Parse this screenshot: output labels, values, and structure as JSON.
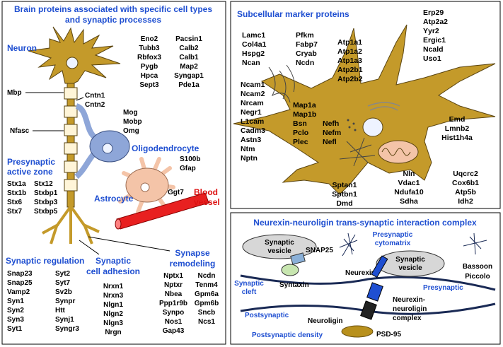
{
  "panel_left": {
    "title": [
      "Brain proteins associated with specific cell types",
      "and synaptic processes"
    ],
    "neuron_label": "Neuron",
    "neuron_genes_col1": [
      "Eno2",
      "Tubb3",
      "Rbfox3",
      "Pygb",
      "Hpca",
      "Sept3"
    ],
    "neuron_genes_col2": [
      "Pacsin1",
      "Calb2",
      "Calb1",
      "Map2",
      "Syngap1",
      "Pde1a"
    ],
    "mbp": "Mbp",
    "nfasc": "Nfasc",
    "node_genes": [
      "Cntn1",
      "Cntn2"
    ],
    "oligo_genes": [
      "Mog",
      "Mobp",
      "Omg"
    ],
    "oligo_label": "Oligodendrocyte",
    "astro_genes": [
      "S100b",
      "Gfap"
    ],
    "astro_label": "Astrocyte",
    "vessel_gene": "Ggt7",
    "vessel_label": [
      "Blood",
      "vessel"
    ],
    "presyn_label": [
      "Presynaptic",
      "active zone"
    ],
    "presyn_col1": [
      "Stx1a",
      "Stx1b",
      "Stx6",
      "Stx7"
    ],
    "presyn_col2": [
      "Stx12",
      "Stxbp1",
      "Stxbp3",
      "Stxbp5"
    ],
    "synreg_label": "Synaptic regulation",
    "synreg_col1": [
      "Snap23",
      "Snap25",
      "Vamp2",
      "Syn1",
      "Syn2",
      "Syn3",
      "Syt1"
    ],
    "synreg_col2": [
      "Syt2",
      "Syt7",
      "Sv2b",
      "Synpr",
      "Htt",
      "Synj1",
      "Syngr3"
    ],
    "adhesion_label": [
      "Synaptic",
      "cell adhesion"
    ],
    "adhesion_genes": [
      "Nrxn1",
      "Nrxn3",
      "Nlgn1",
      "Nlgn2",
      "Nlgn3",
      "Nrgn"
    ],
    "remodel_label": [
      "Synapse",
      "remodeling"
    ],
    "remodel_col1": [
      "Nptx1",
      "Nptxr",
      "Nbea",
      "Ppp1r9b",
      "Synpo",
      "Nos1",
      "Gap43"
    ],
    "remodel_col2": [
      "Ncdn",
      "Tenm4",
      "Gpm6a",
      "Gpm6b",
      "Sncb",
      "Ncs1"
    ]
  },
  "panel_right_top": {
    "title": "Subcellular marker proteins",
    "ecm_genes": [
      "Lamc1",
      "Col4a1",
      "Hspg2",
      "Ncan"
    ],
    "cyto_genes": [
      "Pfkm",
      "Fabp7",
      "Cryab",
      "Ncdn"
    ],
    "pm_genes": [
      "Atp1a1",
      "Atp1a2",
      "Atp1a3",
      "Atp2b1",
      "Atp2b2"
    ],
    "er_genes": [
      "Erp29",
      "Atp2a2",
      "Yyr2",
      "Ergic1",
      "Ncald",
      "Uso1"
    ],
    "adh_genes": [
      "Ncam1",
      "Ncam2",
      "Nrcam",
      "Negr1",
      "L1cam",
      "Cadm3",
      "Astn3",
      "Ntm",
      "Nptn"
    ],
    "cytosk_col1": [
      "Map1a",
      "Map1b",
      "Bsn",
      "Pclo",
      "Plec"
    ],
    "cytosk_col2": [
      "Nefh",
      "Nefm",
      "Nefl"
    ],
    "nuc_genes": [
      "Emd",
      "Lmnb2",
      "Hist1h4a"
    ],
    "mito_col1": [
      "Nln",
      "Vdac1",
      "Ndufa10",
      "Sdha"
    ],
    "mito_col2": [
      "Uqcrc2",
      "Cox6b1",
      "Atp5b",
      "Idh2"
    ],
    "spectrin_genes": [
      "Sptan1",
      "Sptbn1",
      "Dmd"
    ]
  },
  "panel_right_bottom": {
    "title": "Neurexin-neuroligin trans-synaptic interaction complex",
    "vesicle1": [
      "Synaptic",
      "vesicle"
    ],
    "snap25": "SNAP25",
    "syntaxin": "Syntaxin",
    "synaptic_cleft": [
      "Synaptic",
      "cleft"
    ],
    "presyn_cytomatrix": [
      "Presynaptic",
      "cytomatrix"
    ],
    "vesicle2": [
      "Synaptic",
      "vesicle"
    ],
    "bassoon": "Bassoon",
    "piccolo": "Piccolo",
    "neurexin": "Neurexin",
    "presynaptic": "Presynaptic",
    "postsynaptic": "Postsynaptic",
    "nrxn_nlgn": [
      "Neurexin-",
      "neuroligin",
      "complex"
    ],
    "neuroligin": "Neuroligin",
    "psd95": "PSD-95",
    "psd": "Postsynaptic density"
  },
  "colors": {
    "neuron": "#c49a2a",
    "oligodendrocyte": "#8ea6d8",
    "astrocyte": "#f4c4a8",
    "vessel": "#e82020",
    "title_blue": "#1f4fd1"
  }
}
